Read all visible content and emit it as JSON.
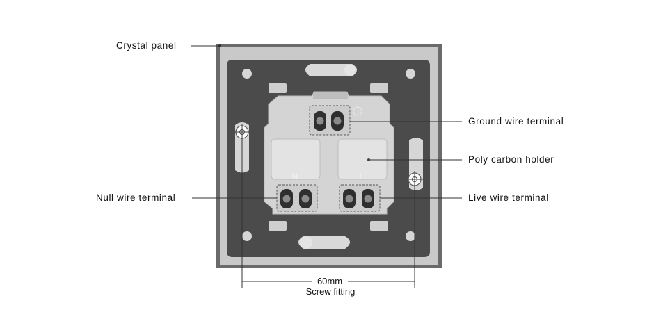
{
  "labels": {
    "crystal_panel": "Crystal panel",
    "ground_wire_terminal": "Ground wire terminal",
    "poly_carbon_holder": "Poly carbon holder",
    "null_wire_terminal": "Null wire terminal",
    "live_wire_terminal": "Live wire terminal"
  },
  "marks": {
    "neutral": "N",
    "live": "L"
  },
  "dimension": {
    "value": "60mm",
    "caption": "Screw fitting"
  },
  "colors": {
    "frame": "#6a6a6a",
    "panel_inner": "#c4c4c4",
    "plate": "#4a4a4a",
    "module": "#d4d4d4",
    "terminal": "#323232",
    "leader": "#333333"
  }
}
